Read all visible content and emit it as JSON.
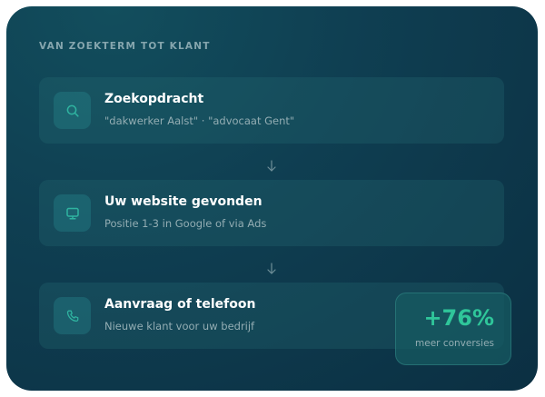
{
  "card": {
    "title": "VAN ZOEKTERM TOT KLANT"
  },
  "steps": [
    {
      "icon": "search-icon",
      "title": "Zoekopdracht",
      "subtitle": "\"dakwerker Aalst\" · \"advocaat Gent\""
    },
    {
      "icon": "monitor-icon",
      "title": "Uw website gevonden",
      "subtitle": "Positie 1-3 in Google of via Ads"
    },
    {
      "icon": "phone-icon",
      "title": "Aanvraag of telefoon",
      "subtitle": "Nieuwe klant voor uw bedrijf"
    }
  ],
  "stat": {
    "value": "+76%",
    "label": "meer conversies"
  },
  "colors": {
    "accent": "#2fc69a",
    "icon": "#2fb3a0",
    "background": "#0f3f52"
  }
}
